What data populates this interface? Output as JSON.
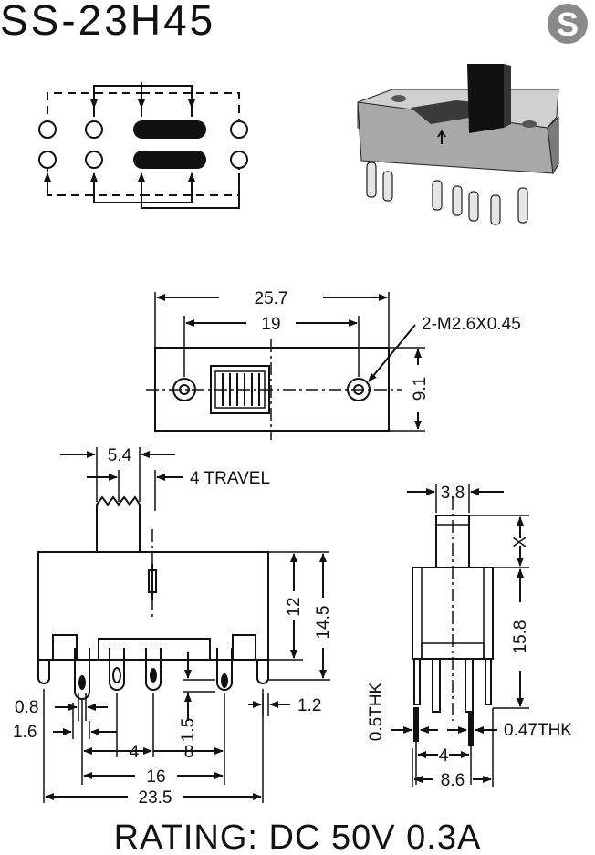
{
  "title": "SS-23H45",
  "logo_letter": "S",
  "rating": "RATING: DC 50V 0.3A",
  "top_view": {
    "length": "25.7",
    "hole_spacing": "19",
    "screw_spec": "2-M2.6X0.45",
    "width": "9.1"
  },
  "front_view": {
    "actuator_width": "5.4",
    "travel": "4 TRAVEL",
    "body_height": "12",
    "overall_height": "14.5",
    "lead_width": "0.8",
    "mount_lead_width": "1.6",
    "mount_lead_offset": "1.2",
    "lead_length": "1.5",
    "pitch_small": "4",
    "pitch_mid": "8",
    "pitch_16": "16",
    "overall_length": "23.5"
  },
  "side_view": {
    "actuator_width": "3.8",
    "actuator_height": "X",
    "body_height": "15.8",
    "lead_thickness": "0.5THK",
    "mount_thickness": "0.47THK",
    "pitch": "4",
    "width": "8.6"
  },
  "colors": {
    "ink": "#111111",
    "logo_fill": "#8a8a8a",
    "body_gray": "#9a9a9a"
  }
}
